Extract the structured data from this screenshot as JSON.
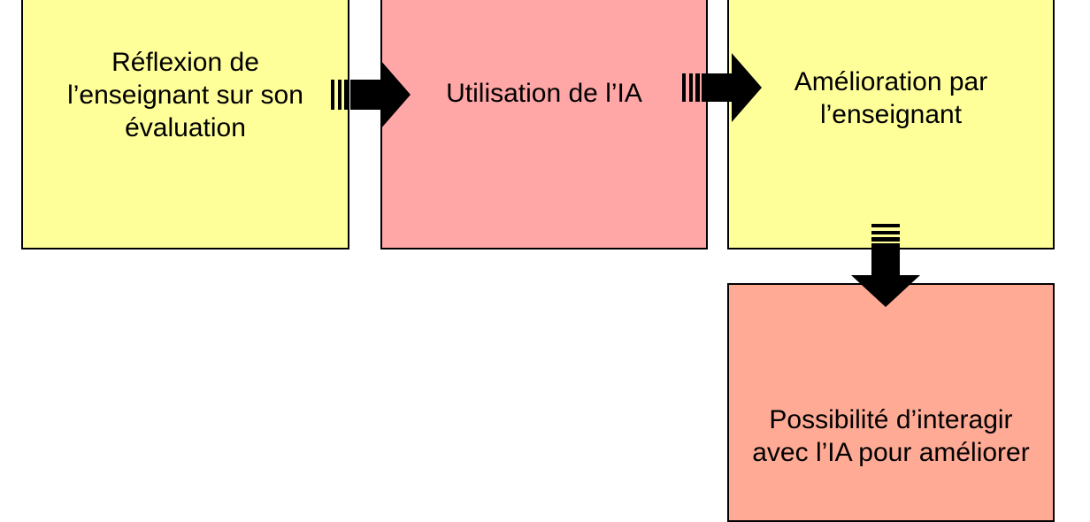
{
  "diagram": {
    "boxes": {
      "reflexion": {
        "label": "Réflexion de\nl’enseignant sur son\névaluation",
        "fill": "#ffff99"
      },
      "utilisation": {
        "label": "Utilisation de l’IA",
        "fill": "#ffa6a6"
      },
      "amelioration": {
        "label": "Amélioration par\nl’enseignant",
        "fill": "#ffff99"
      },
      "possibilite": {
        "label": "Possibilité d’interagir\navec l’IA pour améliorer",
        "fill": "#ffaa95"
      }
    },
    "arrows": {
      "color": "#000000",
      "style": "striped-block-arrow"
    },
    "background": "#ffffff",
    "border_color": "#000000"
  }
}
